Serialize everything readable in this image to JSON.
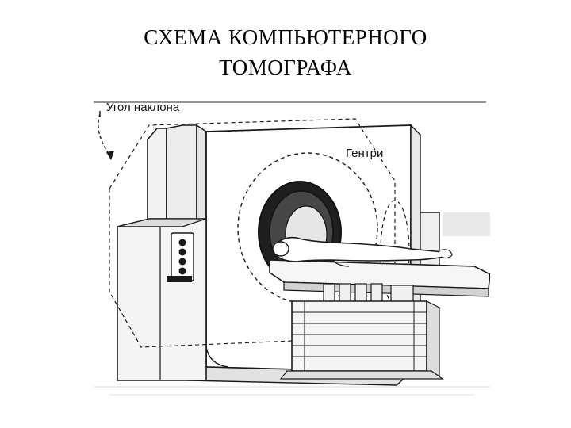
{
  "title": {
    "line1": "СХЕМА КОМПЬЮТЕРНОГО",
    "line2": "ТОМОГРАФА"
  },
  "diagram": {
    "labels": {
      "tilt_angle": "Угол наклона",
      "gantry": "Гентри"
    }
  },
  "colors": {
    "ink": "#1a1a1a",
    "paper": "#ffffff",
    "shade": "#d9d9d9"
  }
}
